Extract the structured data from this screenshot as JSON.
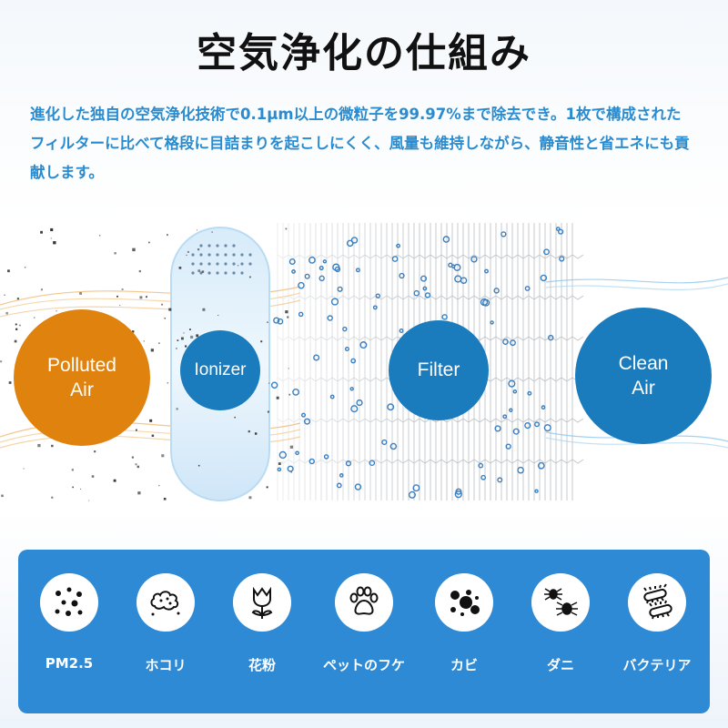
{
  "title": "空気浄化の仕組み",
  "description": "進化した独自の空気浄化技術で0.1μm以上の微粒子を99.97%まで除去でき。1枚で構成されたフィルターに比べて格段に目詰まりを起こしにくく、風量も維持しながら、静音性と省エネにも貢献します。",
  "diagram": {
    "polluted": "Polluted\nAir",
    "ionizer": "Ionizer",
    "filter": "Filter",
    "clean": "Clean\nAir"
  },
  "panel": {
    "items": [
      {
        "label": "PM2.5",
        "icon": "particles-icon"
      },
      {
        "label": "ホコリ",
        "icon": "dust-cloud-icon"
      },
      {
        "label": "花粉",
        "icon": "flower-icon"
      },
      {
        "label": "ペットのフケ",
        "icon": "paw-icon"
      },
      {
        "label": "カビ",
        "icon": "mold-icon"
      },
      {
        "label": "ダニ",
        "icon": "mite-icon"
      },
      {
        "label": "バクテリア",
        "icon": "bacteria-icon"
      }
    ]
  },
  "colors": {
    "title": "#111111",
    "description": "#2a8ccf",
    "polluted": "#e0820e",
    "blue_circle": "#1a7bbd",
    "panel": "#2f8ad6"
  }
}
